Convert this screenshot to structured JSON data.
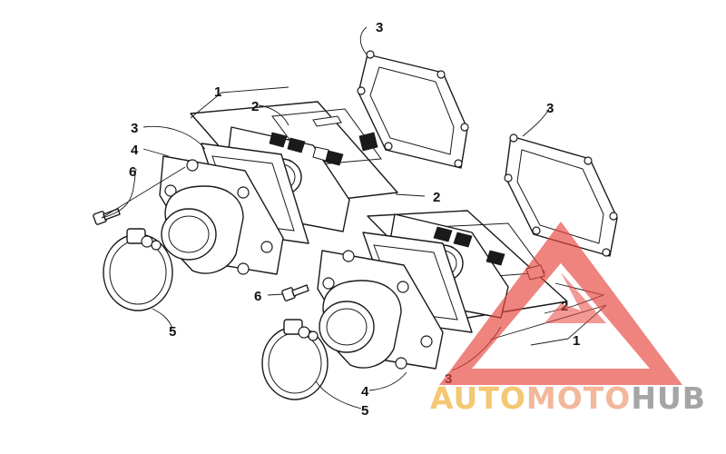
{
  "diagram": {
    "callouts": {
      "c1_top": "1",
      "c2_top": "2",
      "c3_top": "3",
      "c3_left": "3",
      "c4_left": "4",
      "c6_left": "6",
      "c3_right_top": "3",
      "c2_mid": "2",
      "c5_left": "5",
      "c6_mid": "6",
      "c2_right": "2",
      "c1_right": "1",
      "c3_bottom": "3",
      "c4_bottom": "4",
      "c5_bottom": "5"
    },
    "colors": {
      "line": "#1a1a1a",
      "watermark_triangle": "#e8463f",
      "watermark_auto": "#f2b84b",
      "watermark_moto": "#f0a37f",
      "watermark_hub": "#8c8c8c"
    }
  },
  "watermark": {
    "part1": "AUTO",
    "part2": "MOTO",
    "part3": "HUB"
  }
}
